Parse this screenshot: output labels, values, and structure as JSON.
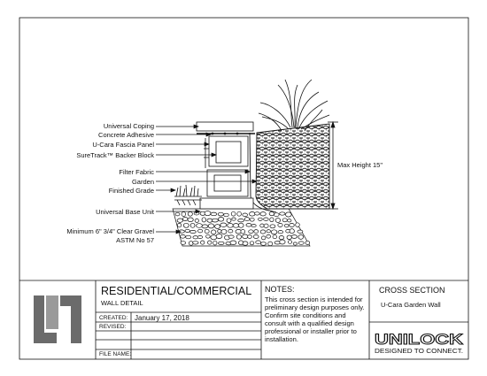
{
  "callouts": [
    "Universal Coping",
    "Concrete Adhesive",
    "U-Cara Fascia Panel",
    "SureTrack™ Backer Block",
    "Filter Fabric",
    "Garden",
    "Finished Grade",
    "Universal Base Unit",
    "Minimum 6\" 3/4\" Clear Gravel",
    "ASTM No 57"
  ],
  "dimension_label": "Max Height 15\"",
  "title_block": {
    "title": "RESIDENTIAL/COMMERCIAL",
    "subtitle": "WALL DETAIL",
    "created_label": "CREATED:",
    "created_value": "January 17, 2018",
    "revised_label": "REVISED:",
    "file_label": "FILE NAME:",
    "notes_heading": "NOTES:",
    "notes_text": "This cross section is intended for preliminary design purposes only. Confirm site conditions and consult with a qualified design professional or installer prior to installation.",
    "section_heading": "CROSS SECTION",
    "section_name": "U-Cara Garden Wall",
    "brand_name": "UNILOCK",
    "brand_tagline": "DESIGNED TO CONNECT."
  },
  "colors": {
    "line": "#111111",
    "logo": "#6b6b6b",
    "paper": "#ffffff"
  }
}
